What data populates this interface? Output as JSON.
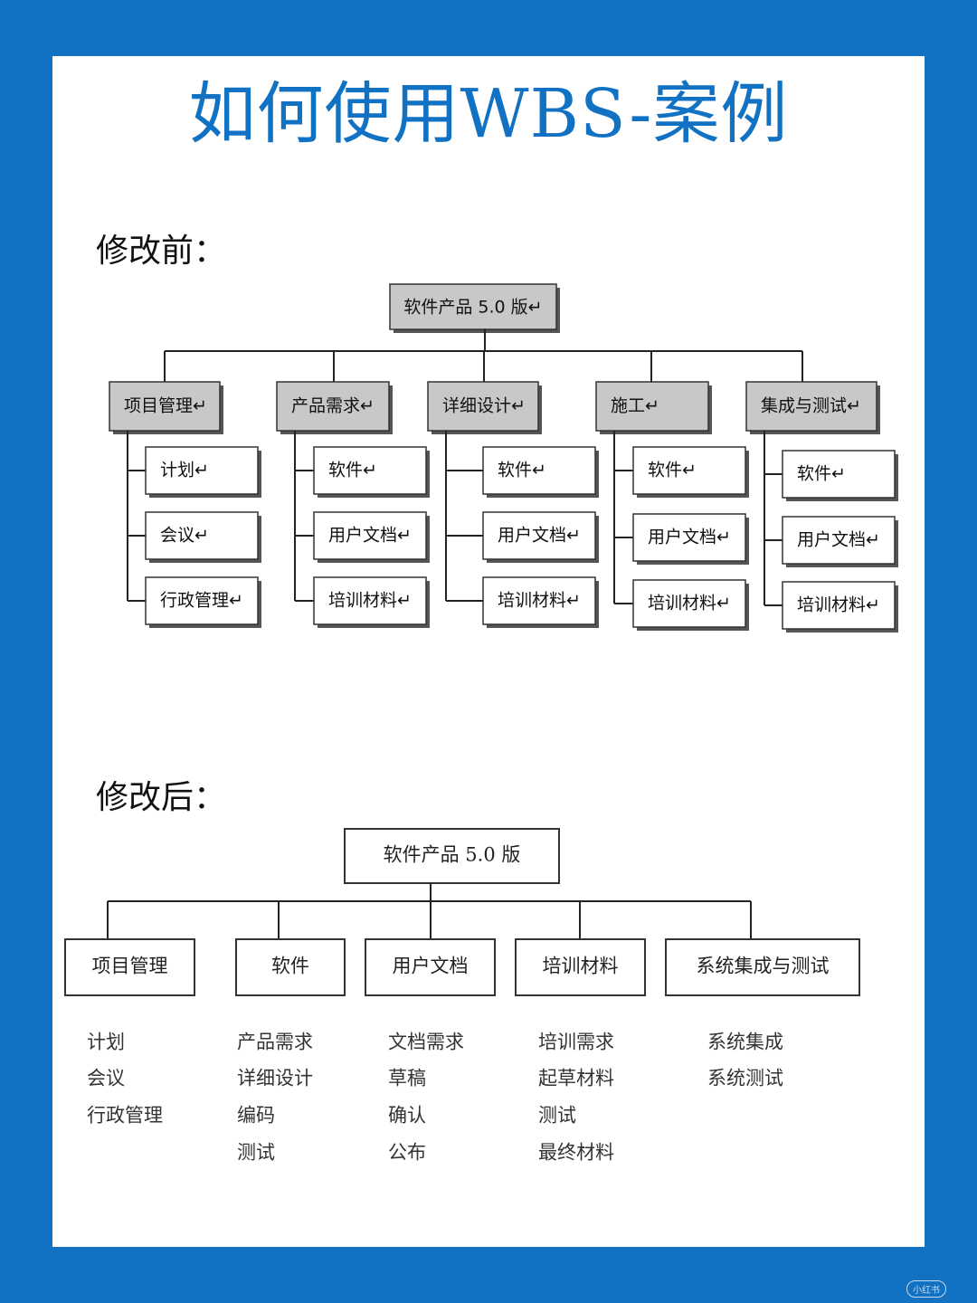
{
  "page": {
    "title": "如何使用WBS-案例",
    "watermark": "小红书"
  },
  "before": {
    "label": "修改前：",
    "root": "软件产品 5.0 版↵",
    "groups": [
      {
        "label": "项目管理↵",
        "children": [
          "计划↵",
          "会议↵",
          "行政管理↵"
        ]
      },
      {
        "label": "产品需求↵",
        "children": [
          "软件↵",
          "用户文档↵",
          "培训材料↵"
        ]
      },
      {
        "label": "详细设计↵",
        "children": [
          "软件↵",
          "用户文档↵",
          "培训材料↵"
        ]
      },
      {
        "label": "施工↵",
        "children": [
          "软件↵",
          "用户文档↵",
          "培训材料↵"
        ]
      },
      {
        "label": "集成与测试↵",
        "children": [
          "软件↵",
          "用户文档↵",
          "培训材料↵"
        ]
      }
    ],
    "colors": {
      "group_fill": "#c8c8c8",
      "child_fill": "#ffffff"
    }
  },
  "after": {
    "label": "修改后：",
    "root": "软件产品 5.0 版",
    "groups": [
      {
        "label": "项目管理",
        "tasks": [
          "计划",
          "会议",
          "行政管理"
        ]
      },
      {
        "label": "软件",
        "tasks": [
          "产品需求",
          "详细设计",
          "编码",
          "测试"
        ]
      },
      {
        "label": "用户文档",
        "tasks": [
          "文档需求",
          "草稿",
          "确认",
          "公布"
        ]
      },
      {
        "label": "培训材料",
        "tasks": [
          "培训需求",
          "起草材料",
          "测试",
          "最终材料"
        ]
      },
      {
        "label": "系统集成与测试",
        "tasks": [
          "系统集成",
          "系统测试"
        ]
      }
    ]
  }
}
